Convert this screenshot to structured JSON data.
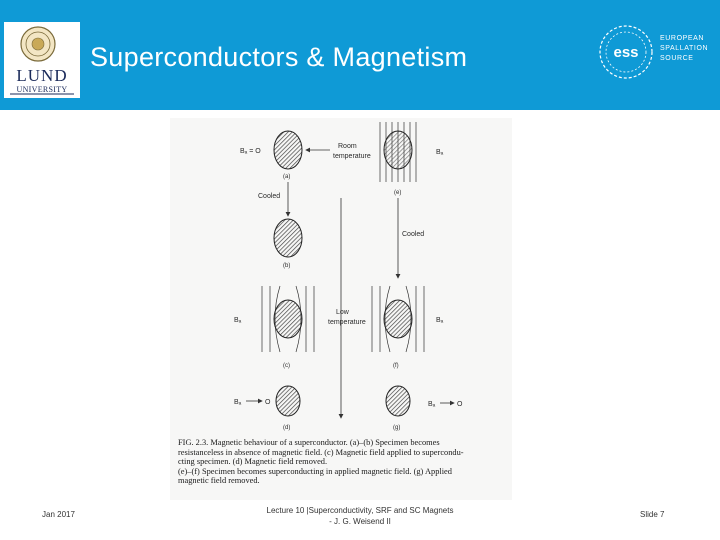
{
  "header": {
    "title": "Superconductors & Magnetism",
    "lund_logo_word": "LUND",
    "lund_logo_sub": "UNIVERSITY",
    "ess_logo_lines": [
      "EUROPEAN",
      "SPALLATION",
      "SOURCE"
    ],
    "background_color": "#0f9ad6"
  },
  "figure": {
    "labels": {
      "ba_zero": "Bₐ = O",
      "room_temp_1": "Room",
      "room_temp_2": "temperature",
      "a": "(a)",
      "e": "(e)",
      "ba_e": "Bₐ",
      "cooled_left": "Cooled",
      "cooled_right": "Cooled",
      "b": "(b)",
      "low_temp_1": "Low",
      "low_temp_2": "temperature",
      "ba_c": "Bₐ",
      "ba_f": "Bₐ",
      "c": "(c)",
      "f": "(f)",
      "ba_d": "Bₐ",
      "ba_g": "Bₐ",
      "arrow_zero": "O",
      "d": "(d)",
      "g": "(g)"
    },
    "caption_lines": [
      "FIG. 2.3. Magnetic behaviour of a superconductor. (a)–(b) Specimen becomes",
      "resistanceless in absence of magnetic field. (c) Magnetic field applied to supercondu-",
      "cting specimen. (d) Magnetic field removed.",
      "(e)–(f) Specimen becomes superconducting in applied magnetic field. (g) Applied",
      "magnetic field removed."
    ]
  },
  "footer": {
    "date": "Jan 2017",
    "lecture_line1": "Lecture 10 |Superconductivity, SRF and SC Magnets",
    "lecture_line2": "- J. G. Weisend II",
    "slide": "Slide 7"
  }
}
